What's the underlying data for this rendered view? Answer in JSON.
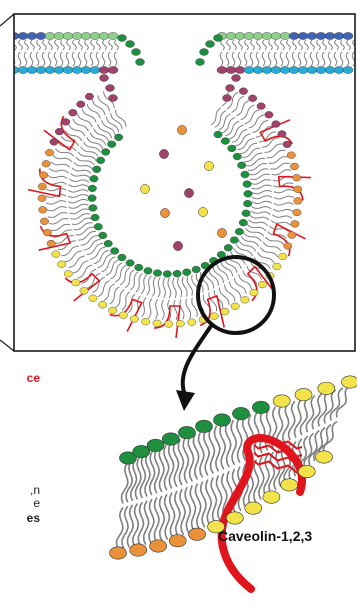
{
  "colors": {
    "tail": "#7f7f7f",
    "box_border": "#1a1a1a",
    "caveolin": "#e0141c",
    "green_head": "#1e8f3f",
    "green_head_light": "#8ecf8a",
    "blue_head": "#3f63b5",
    "cyan_head": "#27aad4",
    "mauve_head": "#a0426a",
    "yellow_head": "#f2e34a",
    "orange_head": "#e9923b",
    "lumen_dot_orange": "#e9923b",
    "lumen_dot_mauve": "#a0426a",
    "lumen_dot_yellow": "#f2e34a",
    "zoom_circle": "#111111",
    "arrow": "#111111",
    "partial_text_red": "#e0141c",
    "partial_text_dark": "#222222"
  },
  "partial_text": [
    {
      "text": "ce",
      "color": "red",
      "bold": true
    },
    {
      "text": "n,",
      "color": "dark",
      "bold": false
    },
    {
      "text": "e",
      "color": "dark",
      "bold": false
    },
    {
      "text": "es",
      "color": "dark",
      "bold": true
    }
  ],
  "caption": {
    "label": "Caveolin-1,2,3"
  }
}
